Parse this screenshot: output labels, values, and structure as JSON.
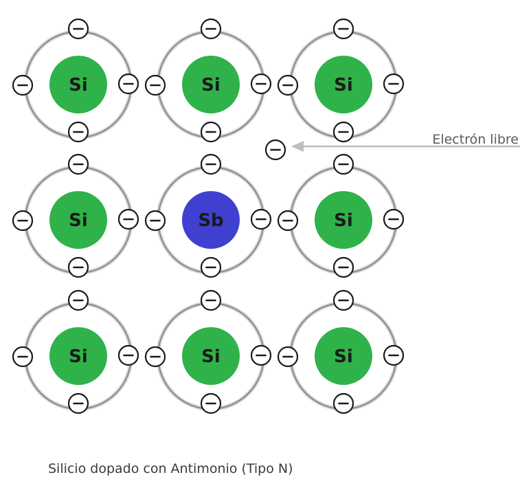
{
  "diagram": {
    "electron_symbol": "−",
    "free_electron_label": "Electrón libre",
    "caption": "Silicio dopado con Antimonio (Tipo N)",
    "atoms": [
      {
        "row": 0,
        "col": 0,
        "symbol": "Si",
        "color": "#2fb24a"
      },
      {
        "row": 0,
        "col": 1,
        "symbol": "Si",
        "color": "#2fb24a"
      },
      {
        "row": 0,
        "col": 2,
        "symbol": "Si",
        "color": "#2fb24a"
      },
      {
        "row": 1,
        "col": 0,
        "symbol": "Si",
        "color": "#2fb24a"
      },
      {
        "row": 1,
        "col": 1,
        "symbol": "Sb",
        "color": "#3f3fd0"
      },
      {
        "row": 1,
        "col": 2,
        "symbol": "Si",
        "color": "#2fb24a"
      },
      {
        "row": 2,
        "col": 0,
        "symbol": "Si",
        "color": "#2fb24a"
      },
      {
        "row": 2,
        "col": 1,
        "symbol": "Si",
        "color": "#2fb24a"
      },
      {
        "row": 2,
        "col": 2,
        "symbol": "Si",
        "color": "#2fb24a"
      }
    ],
    "colors": {
      "orbit": "#8c8c8c",
      "electron_stroke": "#1a1a1a",
      "label_text": "#5a5a5a",
      "arrow": "#bdbdbd",
      "atom_text": "#1a1a1a"
    }
  }
}
